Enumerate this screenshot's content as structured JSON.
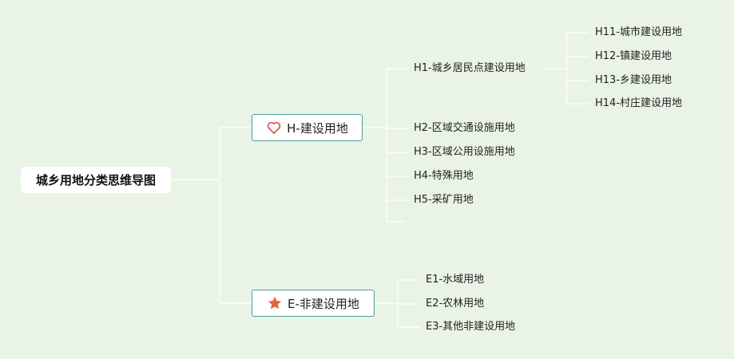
{
  "root": {
    "label": "城乡用地分类思维导图"
  },
  "branches": [
    {
      "label": "H-建设用地",
      "icon": "heart-outline-icon",
      "icon_color": "#d9534f",
      "children": [
        {
          "label": "H1-城乡居民点建设用地",
          "children": [
            {
              "label": "H11-城市建设用地"
            },
            {
              "label": "H12-镇建设用地"
            },
            {
              "label": "H13-乡建设用地"
            },
            {
              "label": "H14-村庄建设用地"
            }
          ]
        },
        {
          "label": "H2-区域交通设施用地"
        },
        {
          "label": "H3-区域公用设施用地"
        },
        {
          "label": "H4-特殊用地"
        },
        {
          "label": "H5-采矿用地"
        }
      ]
    },
    {
      "label": "E-非建设用地",
      "icon": "star-icon",
      "icon_color": "#e0673d",
      "children": [
        {
          "label": "E1-水域用地"
        },
        {
          "label": "E2-农林用地"
        },
        {
          "label": "E3-其他非建设用地"
        }
      ]
    }
  ],
  "colors": {
    "background": "#e9f4e7",
    "connector": "#ffffff",
    "branch_border": "#4e9e94"
  }
}
